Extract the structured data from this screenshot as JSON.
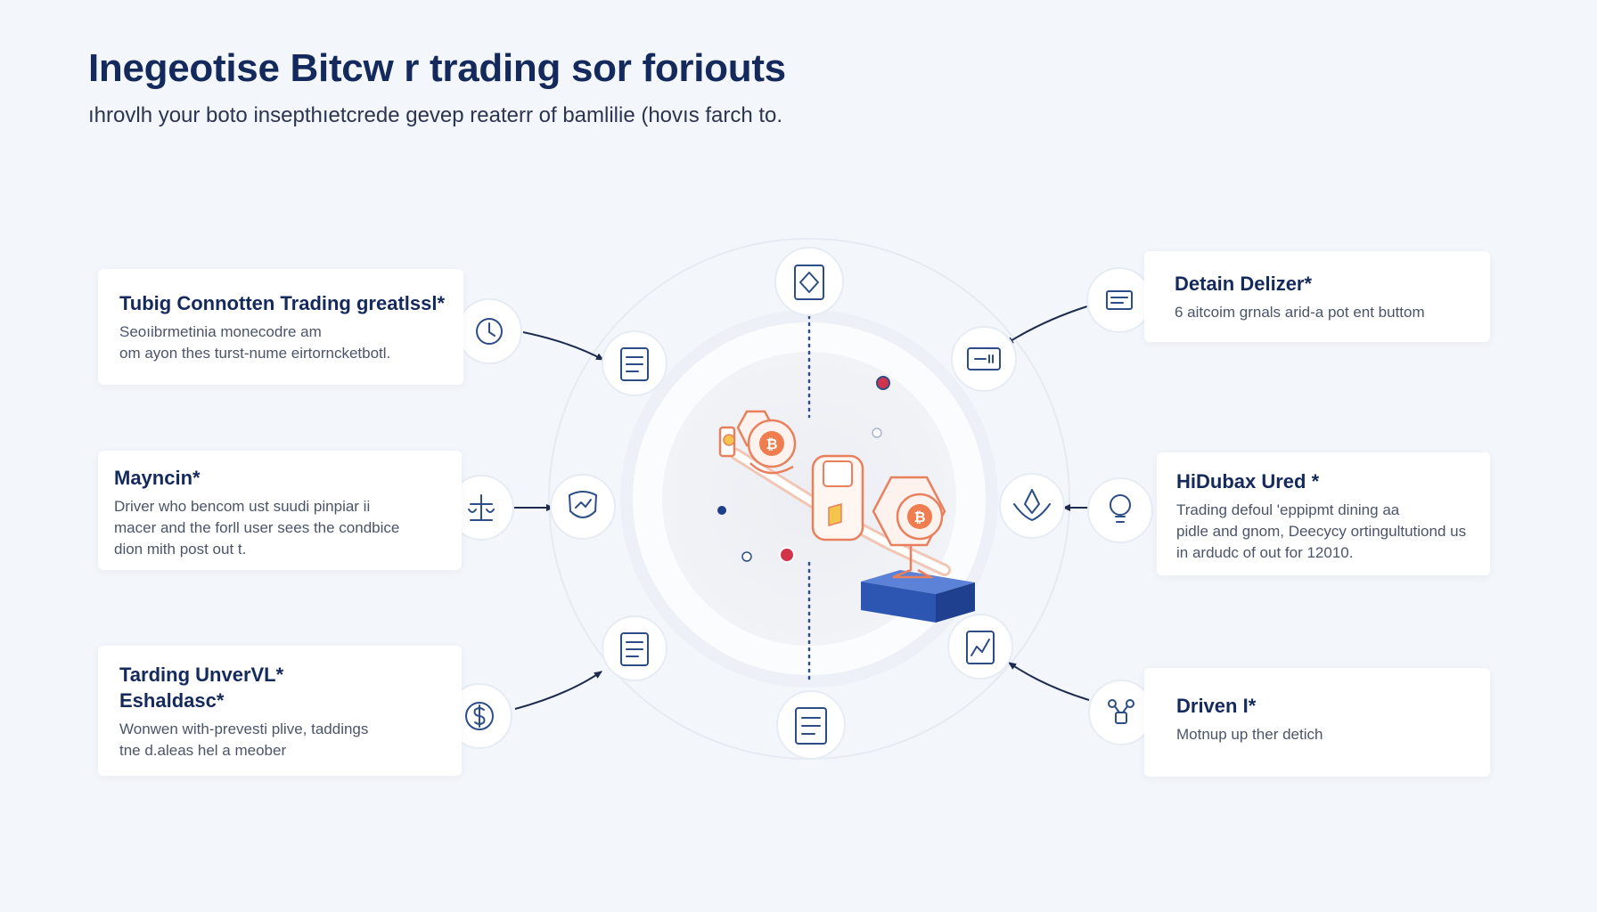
{
  "header": {
    "title": "Inegeotise Bitcw r trading sor foriouts",
    "subtitle": "ıhrovlh your boto insepthıetcrede gevep reaterr of bamlilie (hovıs farch to."
  },
  "cards": {
    "left": [
      {
        "title": "Tubig Connotten Trading greatlssl*",
        "body": "Seoıibrmetinia monecodre am\nom ayon thes turst-nume eirtorncketbotl."
      },
      {
        "title": "Mayncin*",
        "body": "Driver who bencom ust suudi pinpiar ii\nmacer and the forll user sees the condbice\ndion mith post out t."
      },
      {
        "title": "Tarding UnverVL*\nEshaldasc*",
        "body": "Wonwen with-prevesti plive, taddings\ntne d.aleas hel a meober"
      }
    ],
    "right": [
      {
        "title": "Detain Delizer*",
        "body": "6 aitcoim grnals arid-a pot ent buttom"
      },
      {
        "title": "HiDubax Ured *",
        "body": "Trading defoul 'eppipmt dining aa\npidle and gnom, Deecycy ortingultutiond us\nin ardudc of out for 12010."
      },
      {
        "title": "Driven I*",
        "body": "Motnup up ther detich"
      }
    ]
  },
  "icons": {
    "left_outer": [
      "clock-icon",
      "balance-scale-icon",
      "dollar-coin-icon"
    ],
    "left_inner": [
      "document-list-icon",
      "shield-chart-icon",
      "document-icon"
    ],
    "top": "diamond-document-icon",
    "bottom": "receipt-icon",
    "right_outer": [
      "card-list-icon",
      "lightbulb-icon",
      "network-nodes-icon"
    ],
    "right_inner": [
      "dashboard-screen-icon",
      "hands-network-icon",
      "chart-document-icon"
    ],
    "center": "bitcoin-trading-bots-illustration"
  },
  "colors": {
    "background": "#f3f6fa",
    "title": "#14295c",
    "accent_orange": "#e86d43",
    "accent_blue": "#2d56b3",
    "icon_stroke": "#2d4d86"
  }
}
